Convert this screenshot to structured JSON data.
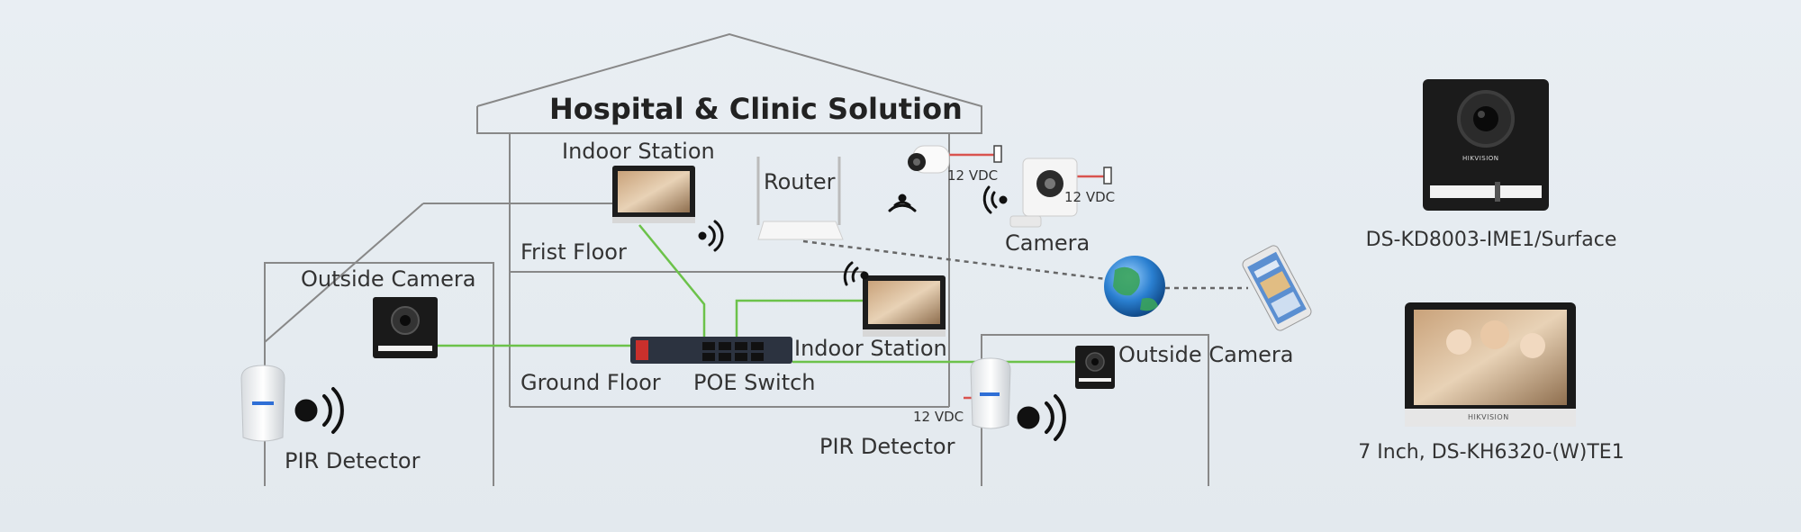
{
  "title": "Hospital & Clinic Solution",
  "labels": {
    "indoor_station_top": "Indoor Station",
    "router": "Router",
    "camera": "Camera",
    "frist_floor": "Frist Floor",
    "outside_camera_left": "Outside Camera",
    "indoor_station_mid": "Indoor Station",
    "ground_floor": "Ground Floor",
    "poe_switch": "POE Switch",
    "pir_detector_left": "PIR Detector",
    "pir_detector_right": "PIR Detector",
    "outside_camera_right": "Outside Camera",
    "vdc_1": "12 VDC",
    "vdc_2": "12 VDC",
    "vdc_3": "12 VDC"
  },
  "products": [
    {
      "caption": "DS-KD8003-IME1/Surface",
      "brand": "HIKVISION"
    },
    {
      "caption": "7 Inch, DS-KH6320-(W)TE1",
      "brand": "HIKVISION"
    }
  ],
  "colors": {
    "link_green": "#6cc24a",
    "power_red": "#d9534f",
    "outline": "#888888"
  }
}
